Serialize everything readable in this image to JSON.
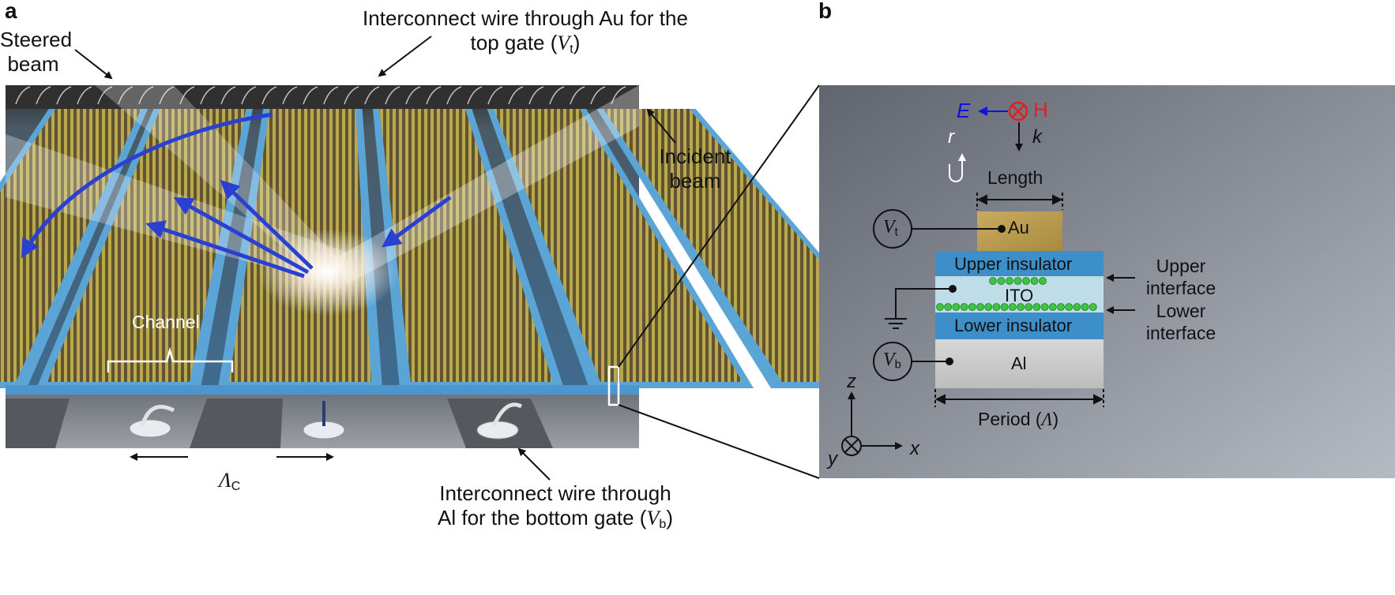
{
  "panel_a": {
    "letter": "a",
    "steered_beam": "Steered\nbeam",
    "top_wire": {
      "line1": "Interconnect wire through Au for the",
      "line2_pre": "top gate (",
      "line2_sym": "V",
      "line2_sub": "t",
      "line2_post": ")"
    },
    "incident_beam": "Incident\nbeam",
    "channel": "Channel",
    "lambda_c": {
      "sym": "Λ",
      "sub": "C"
    },
    "bottom_wire": {
      "line1": "Interconnect wire through",
      "line2_pre": "Al for the bottom gate (",
      "line2_sym": "V",
      "line2_sub": "b",
      "line2_post": ")"
    }
  },
  "panel_b": {
    "letter": "b",
    "E": "E",
    "H": "H",
    "k": "k",
    "r": "r",
    "length": "Length",
    "vt": {
      "sym": "V",
      "sub": "t"
    },
    "vb": {
      "sym": "V",
      "sub": "b"
    },
    "au": "Au",
    "upper_insulator": "Upper insulator",
    "ito": "ITO",
    "lower_insulator": "Lower insulator",
    "al": "Al",
    "upper_interface": "Upper\ninterface",
    "lower_interface": "Lower\ninterface",
    "period": {
      "pre": "Period (",
      "sym": "Λ",
      "post": ")"
    },
    "axes": {
      "z": "z",
      "y": "y",
      "x": "x"
    }
  },
  "colors": {
    "blue_strip": "#5ba4d6",
    "gold": "#a89548",
    "insulator": "#3d8fc9",
    "ito": "#bfdde8",
    "al": "#c8c8c8",
    "au": "#c7a85a",
    "green_dots": "#3ec43e",
    "E_blue": "#1010e0",
    "H_red": "#e02020"
  }
}
